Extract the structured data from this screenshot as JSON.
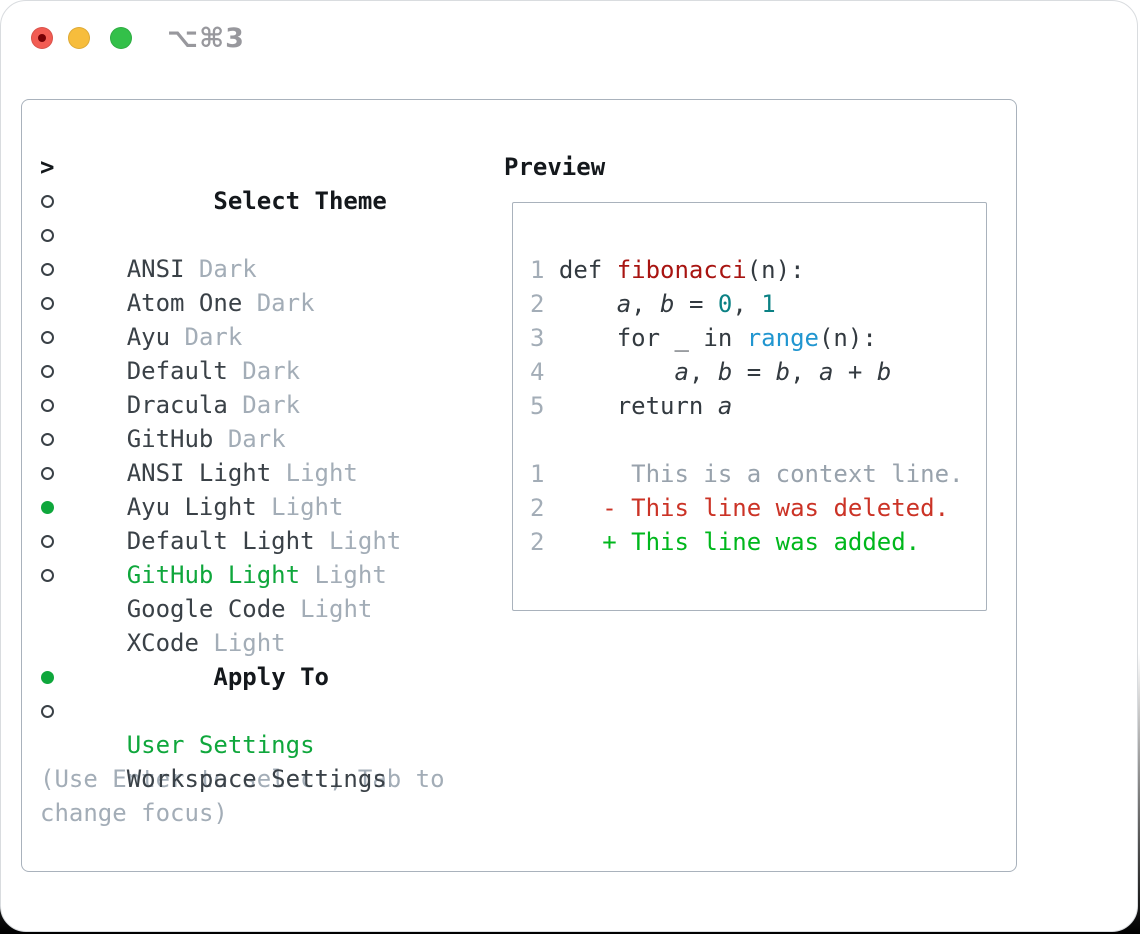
{
  "colors": {
    "text": "#3a4147",
    "code_text": "#333a40",
    "heading": "#14181c",
    "muted": "#a3adb7",
    "ctx_gray": "#98a2ac",
    "border": "#a9b2bc",
    "ui_green": "#0fa73c",
    "func_red": "#a81411",
    "num_teal": "#0b8184",
    "builtin_blue": "#2196d0",
    "diff_red": "#cb3326",
    "diff_green": "#00b71c",
    "traffic_red": "#f25c53",
    "traffic_red_dot": "#770005",
    "traffic_yellow": "#f7bd3c",
    "traffic_green": "#33c049",
    "title_gray": "#98989d"
  },
  "titlebar": {
    "title": "⌥⌘3",
    "buttons": [
      "close",
      "minimize",
      "zoom"
    ]
  },
  "theme_picker": {
    "header_marker": ">",
    "header_label": "Select Theme",
    "items": [
      {
        "name": "ANSI",
        "variant": "Dark",
        "selected": false
      },
      {
        "name": "Atom One",
        "variant": "Dark",
        "selected": false
      },
      {
        "name": "Ayu",
        "variant": "Dark",
        "selected": false
      },
      {
        "name": "Default",
        "variant": "Dark",
        "selected": false
      },
      {
        "name": "Dracula",
        "variant": "Dark",
        "selected": false
      },
      {
        "name": "GitHub",
        "variant": "Dark",
        "selected": false
      },
      {
        "name": "ANSI Light",
        "variant": "Light",
        "selected": false
      },
      {
        "name": "Ayu Light",
        "variant": "Light",
        "selected": false
      },
      {
        "name": "Default Light",
        "variant": "Light",
        "selected": false
      },
      {
        "name": "GitHub Light",
        "variant": "Light",
        "selected": true
      },
      {
        "name": "Google Code",
        "variant": "Light",
        "selected": false
      },
      {
        "name": "XCode",
        "variant": "Light",
        "selected": false
      }
    ],
    "apply_to_label": "Apply To",
    "apply_to_options": [
      {
        "name": "User Settings",
        "selected": true
      },
      {
        "name": "Workspace Settings",
        "selected": false
      }
    ],
    "help_text": "(Use Enter to select, Tab to change focus)"
  },
  "preview": {
    "header": "Preview",
    "lines": [
      {
        "num": "1",
        "segments": [
          [
            "def ",
            "text"
          ],
          [
            "fibonacci",
            "func"
          ],
          [
            "(n):",
            "text"
          ]
        ]
      },
      {
        "num": "2",
        "segments": [
          [
            "    ",
            "text"
          ],
          [
            "a",
            "var"
          ],
          [
            ", ",
            "text"
          ],
          [
            "b",
            "var"
          ],
          [
            " = ",
            "text"
          ],
          [
            "0",
            "num"
          ],
          [
            ", ",
            "text"
          ],
          [
            "1",
            "num"
          ]
        ]
      },
      {
        "num": "3",
        "segments": [
          [
            "    for _ in ",
            "text"
          ],
          [
            "range",
            "builtin"
          ],
          [
            "(n):",
            "text"
          ]
        ]
      },
      {
        "num": "4",
        "segments": [
          [
            "        ",
            "text"
          ],
          [
            "a",
            "var"
          ],
          [
            ", ",
            "text"
          ],
          [
            "b",
            "var"
          ],
          [
            " = ",
            "text"
          ],
          [
            "b",
            "var"
          ],
          [
            ", ",
            "text"
          ],
          [
            "a",
            "var"
          ],
          [
            " + ",
            "text"
          ],
          [
            "b",
            "var"
          ]
        ]
      },
      {
        "num": "5",
        "segments": [
          [
            "    return ",
            "text"
          ],
          [
            "a",
            "var"
          ]
        ]
      },
      {
        "num": "",
        "segments": []
      },
      {
        "num": "1",
        "segments": [
          [
            "     This is a context line.",
            "ctx"
          ]
        ]
      },
      {
        "num": "2",
        "segments": [
          [
            "   ",
            "text"
          ],
          [
            "- This line was deleted.",
            "del"
          ]
        ]
      },
      {
        "num": "2",
        "segments": [
          [
            "   ",
            "text"
          ],
          [
            "+ This line was added.",
            "add"
          ]
        ]
      }
    ]
  }
}
